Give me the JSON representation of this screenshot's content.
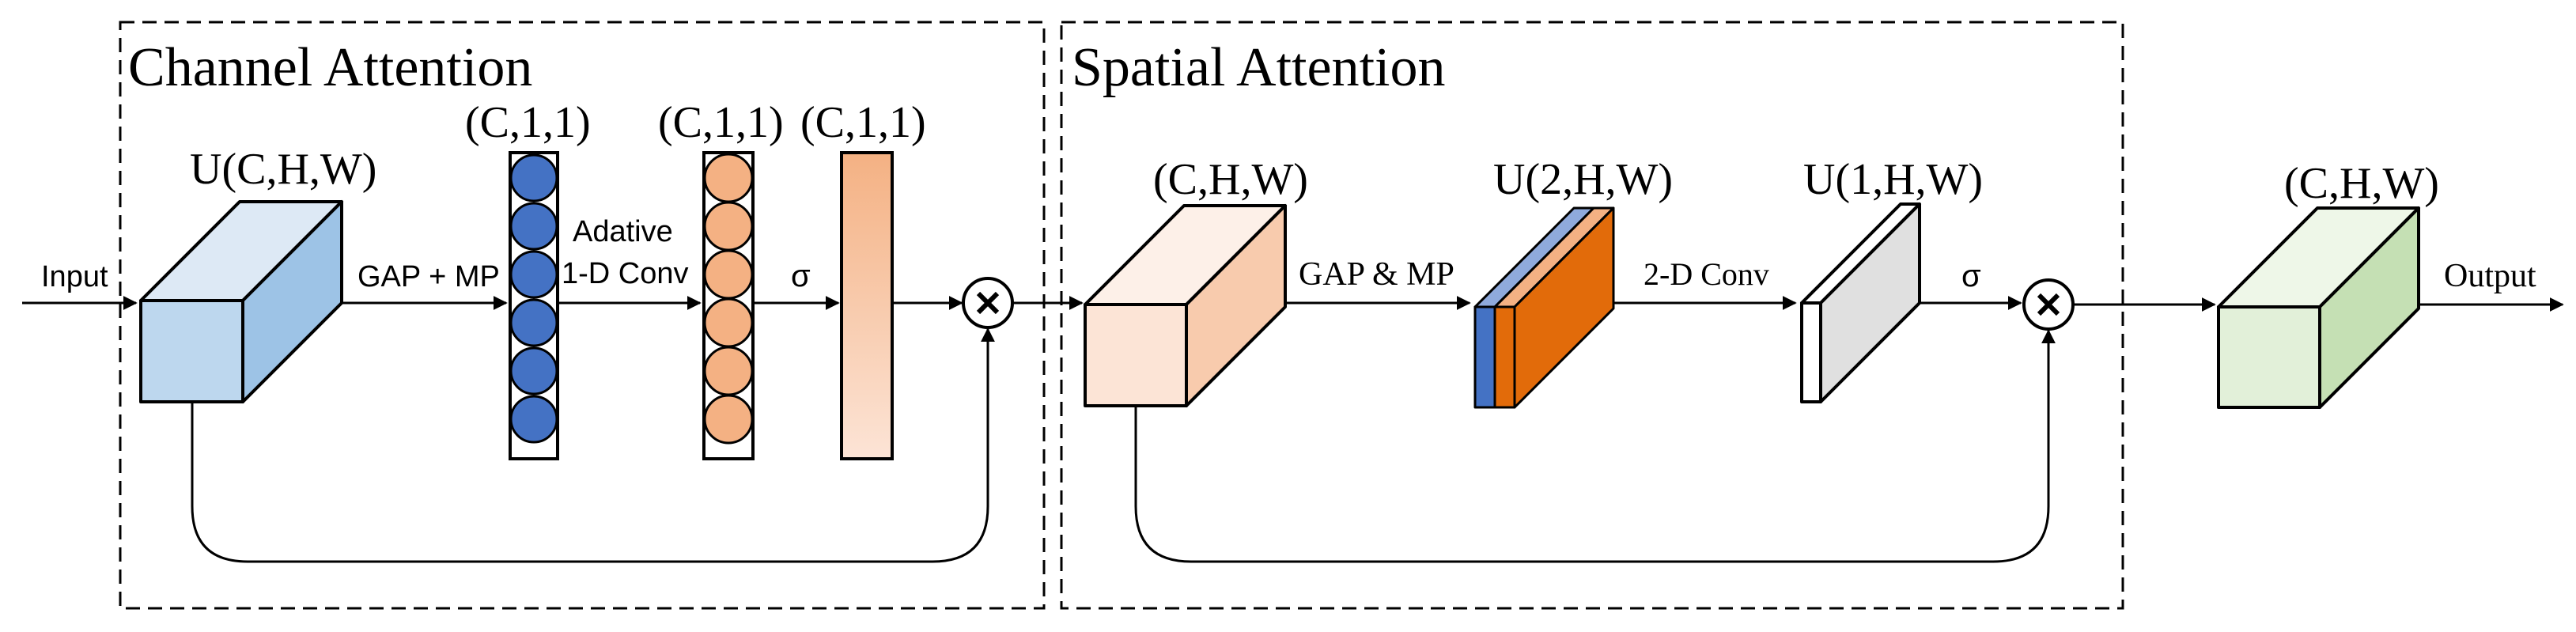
{
  "panels": {
    "channel_title": "Channel Attention",
    "spatial_title": "Spatial Attention"
  },
  "labels": {
    "input": "Input",
    "output": "Output",
    "u_chw": "U(C,H,W)",
    "c11_a": "(C,1,1)",
    "c11_b": "(C,1,1)",
    "c11_c": "(C,1,1)",
    "gap_mp_1": "GAP + MP",
    "adative_line1": "Adative",
    "adative_line2": "1-D Conv",
    "sigma_1": "σ",
    "chw_mid": "(C,H,W)",
    "u_2hw": "U(2,H,W)",
    "u_1hw": "U(1,H,W)",
    "gap_mp_2": "GAP & MP",
    "conv2d": "2-D Conv",
    "sigma_2": "σ",
    "chw_out": "(C,H,W)"
  },
  "colors": {
    "blue_front": "#bdd7ee",
    "blue_top": "#dde9f5",
    "blue_side": "#9dc3e6",
    "circle_blue": "#4472c4",
    "circle_orange": "#f4b183",
    "bar_orange": "#f4b183",
    "peach_front": "#fce4d6",
    "peach_top": "#fdf0e8",
    "peach_side": "#f8cbad",
    "dark_orange": "#e26b0a",
    "gray_side": "#e0e0e0",
    "green_front": "#e2f0d9",
    "green_top": "#eef7e8",
    "green_side": "#c5e0b4"
  }
}
